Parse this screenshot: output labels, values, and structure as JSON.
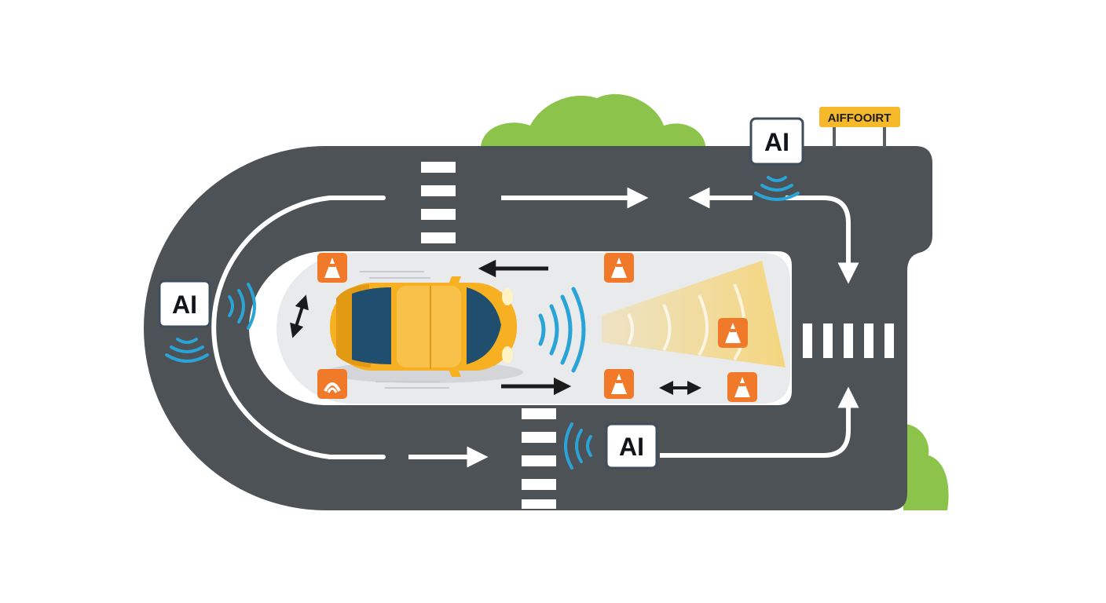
{
  "colors": {
    "background": "#ffffff",
    "road": "#4d5257",
    "lane_marking": "#ffffff",
    "island": "#e9eaec",
    "car_body": "#f6b021",
    "car_glass": "#1f4e6e",
    "signal_wave": "#2aa3d6",
    "cone": "#f07a2a",
    "sensor_field": "#f5d57a",
    "bush": "#8cc34a",
    "sign_board": "#f7b92c"
  },
  "icons": {
    "car": "autonomous-car-icon",
    "cone": "traffic-cone-icon",
    "signal": "wireless-signal-icon",
    "sensor": "lidar-sensor-field-icon"
  },
  "ai_badges": [
    {
      "id": "left",
      "label": "AI"
    },
    {
      "id": "top-right",
      "label": "AI"
    },
    {
      "id": "bottom",
      "label": "AI"
    }
  ],
  "road_sign": {
    "label": "AIFFOOIRT"
  }
}
